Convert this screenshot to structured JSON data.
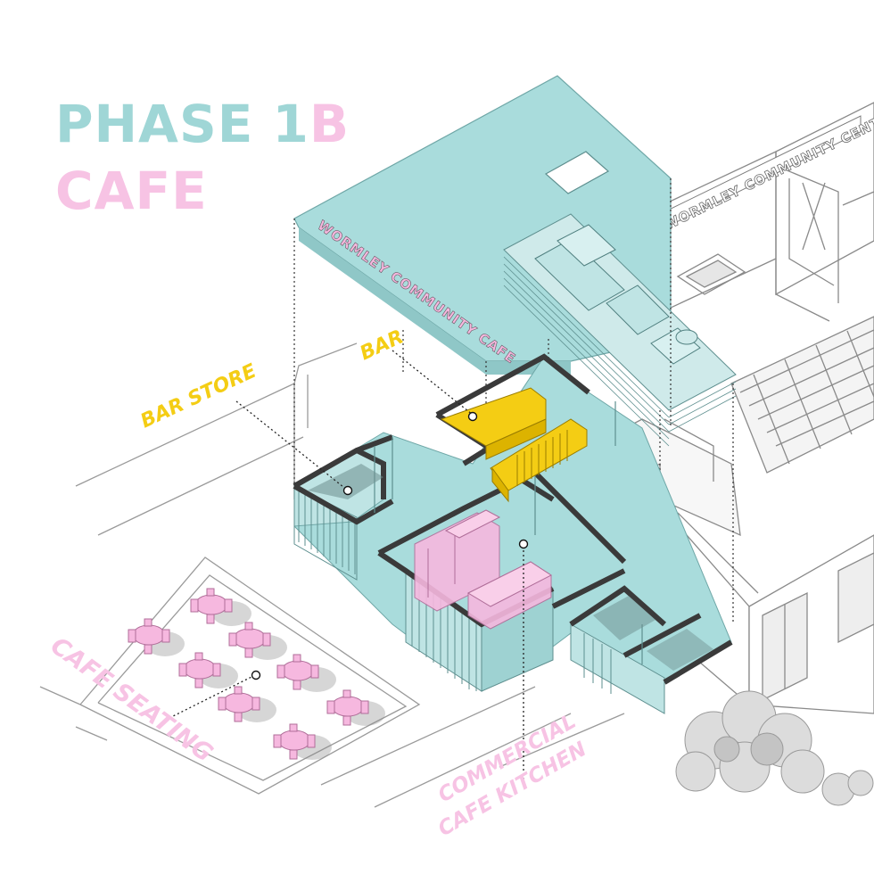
{
  "title": {
    "phase_prefix": "PHASE 1",
    "phase_suffix": "B",
    "subtitle": "CAFE"
  },
  "labels": {
    "bar_store": "BAR STORE",
    "bar": "BAR",
    "cafe_seating": "CAFE SEATING",
    "kitchen_line1": "COMMERCIAL",
    "kitchen_line2": "CAFE KITCHEN"
  },
  "signage": {
    "cafe_sign": "WORMLEY COMMUNITY CAFE",
    "building_sign": "WORMLEY COMMUNITY CENTRE"
  },
  "colors": {
    "teal": "#a9dcdc",
    "teal_title": "#9fd6d6",
    "pink": "#f6b8df",
    "pink_title": "#f7c3e4",
    "yellow": "#f4cd14",
    "dark": "#3a3a3a",
    "line": "#8a8a8a"
  }
}
